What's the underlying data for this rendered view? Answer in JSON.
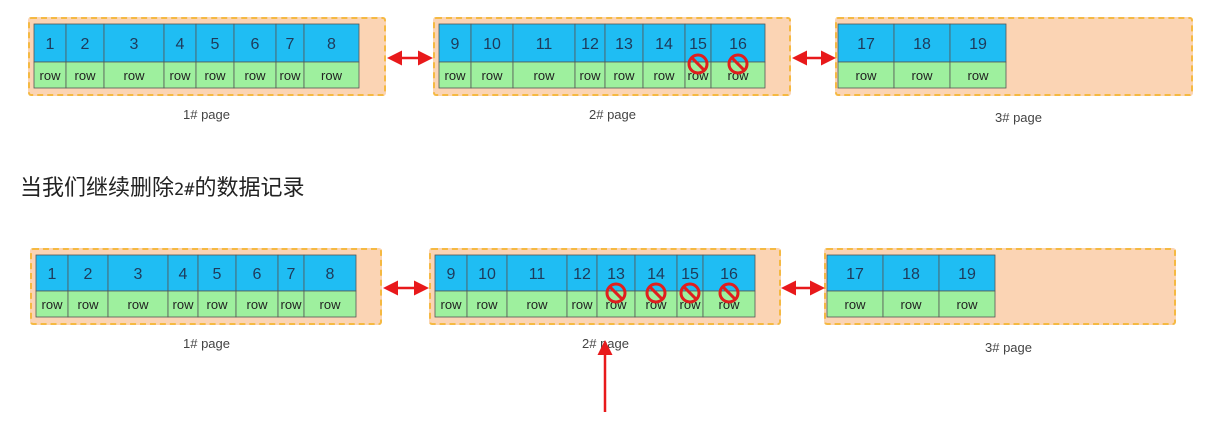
{
  "heading": {
    "text": "当我们继续删除",
    "code": "2#",
    "suffix": "的数据记录"
  },
  "row_label": "row",
  "colors": {
    "key_cell": "#1fbdf3",
    "row_cell": "#9ef09e",
    "page_bg": "#fbd4b4",
    "page_border": "#f5b942",
    "link": "#e8191b",
    "delete_mark": "#e01e1e"
  },
  "diagrams": [
    {
      "pages": [
        {
          "label": "1# page",
          "keys": [
            "1",
            "2",
            "3",
            "4",
            "5",
            "6",
            "7",
            "8"
          ],
          "deleted": []
        },
        {
          "label": "2# page",
          "keys": [
            "9",
            "10",
            "11",
            "12",
            "13",
            "14",
            "15",
            "16"
          ],
          "deleted": [
            "15",
            "16"
          ]
        },
        {
          "label": "3# page",
          "keys": [
            "17",
            "18",
            "19"
          ],
          "deleted": []
        }
      ]
    },
    {
      "pages": [
        {
          "label": "1# page",
          "keys": [
            "1",
            "2",
            "3",
            "4",
            "5",
            "6",
            "7",
            "8"
          ],
          "deleted": []
        },
        {
          "label": "2# page",
          "keys": [
            "9",
            "10",
            "11",
            "12",
            "13",
            "14",
            "15",
            "16"
          ],
          "deleted": [
            "13",
            "14",
            "15",
            "16"
          ]
        },
        {
          "label": "3# page",
          "keys": [
            "17",
            "18",
            "19"
          ],
          "deleted": []
        }
      ]
    }
  ]
}
